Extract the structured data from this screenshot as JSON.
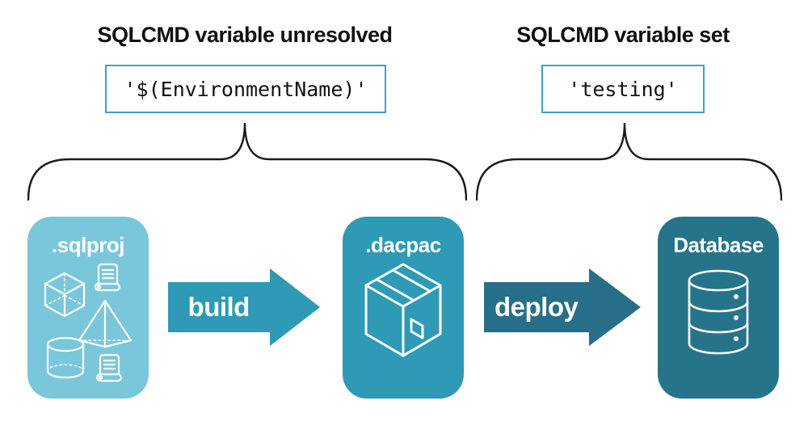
{
  "diagram": {
    "left_group": {
      "heading": "SQLCMD variable unresolved",
      "code": "'$(EnvironmentName)'"
    },
    "right_group": {
      "heading": "SQLCMD variable set",
      "code": "'testing'"
    },
    "nodes": [
      {
        "label": ".sqlproj",
        "color": "#7ac7db",
        "icons": [
          "scroll",
          "cube",
          "pyramid",
          "cylinder",
          "scroll"
        ]
      },
      {
        "label": ".dacpac",
        "color": "#2e9ab5",
        "icons": [
          "package"
        ]
      },
      {
        "label": "Database",
        "color": "#26748a",
        "icons": [
          "database-cylinder"
        ]
      }
    ],
    "arrows": [
      {
        "label": "build",
        "color": "#2e9ab5"
      },
      {
        "label": "deploy",
        "color": "#276e88"
      }
    ],
    "colors": {
      "code_box_border": "#3ea3c4",
      "heading_text": "#111111",
      "brace_stroke": "#1a1a1a",
      "icon_stroke": "#ffffff"
    }
  }
}
